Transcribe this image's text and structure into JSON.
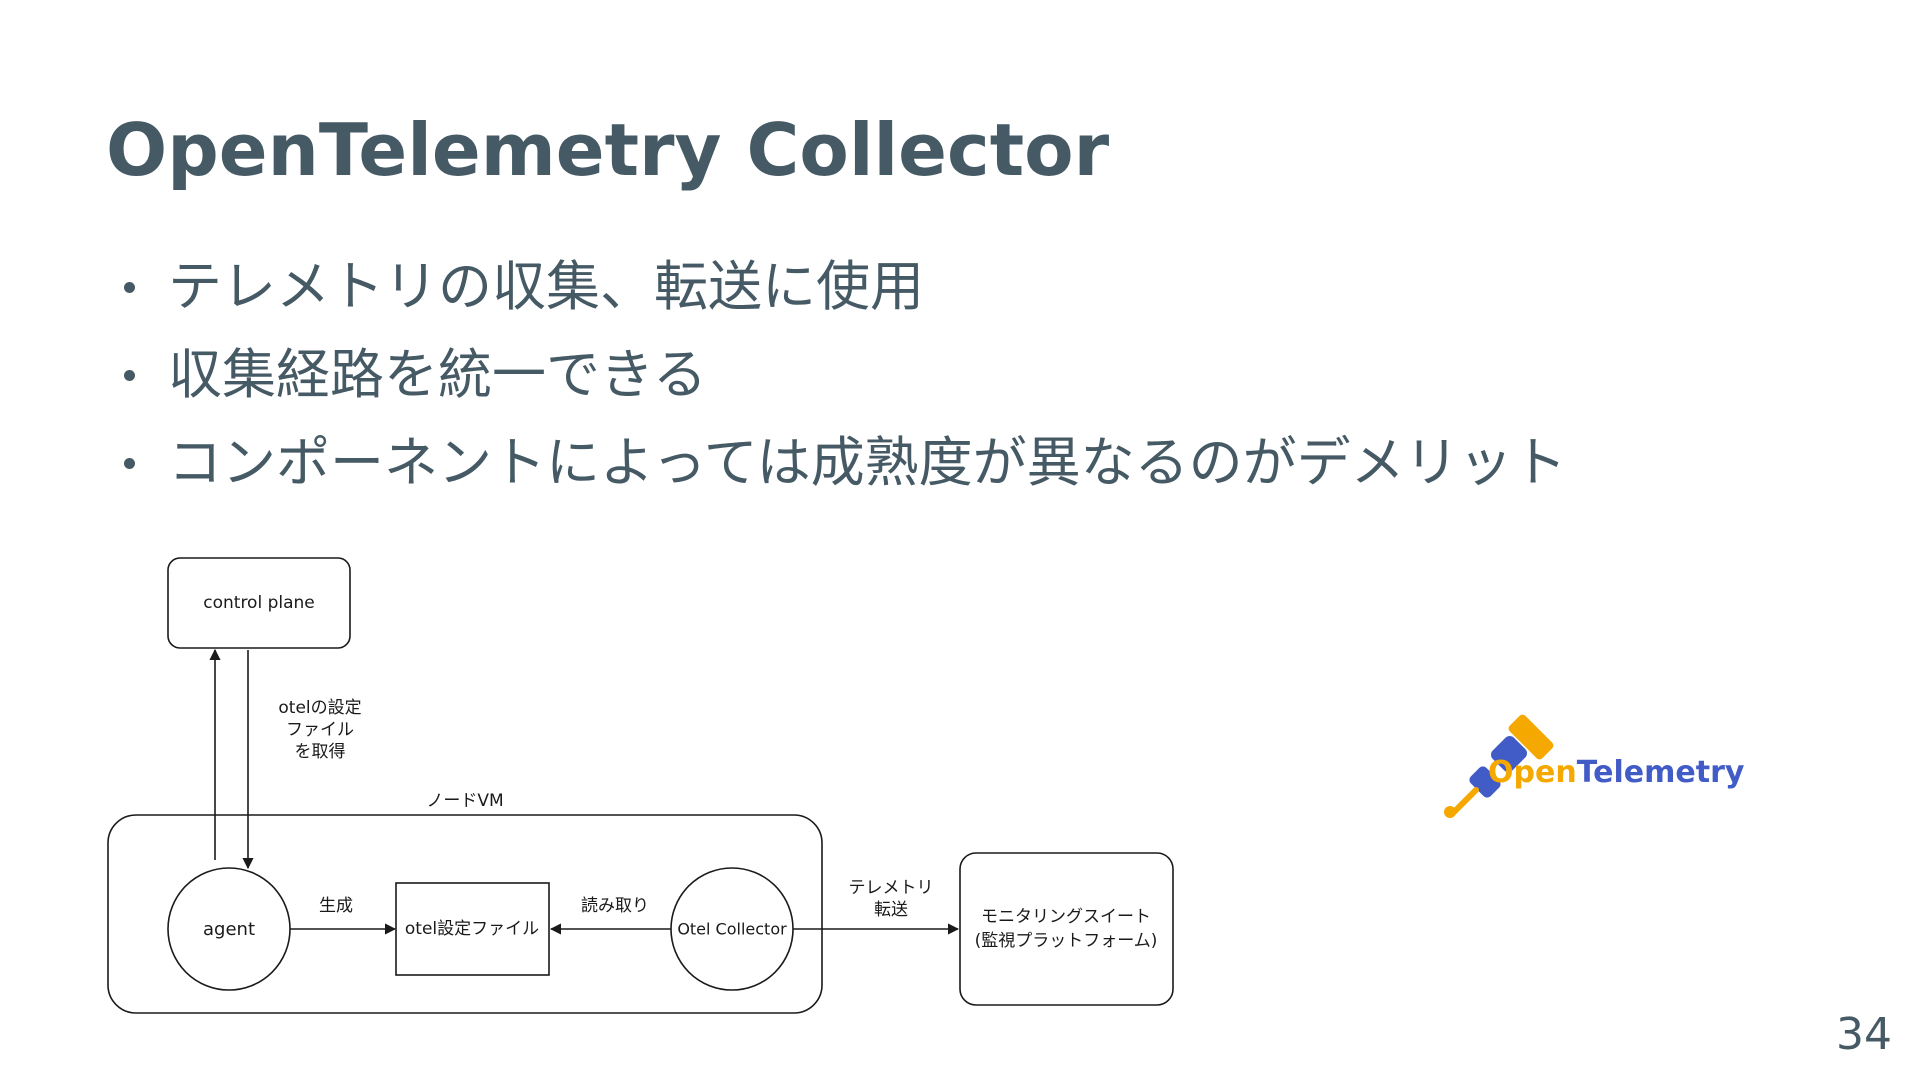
{
  "slide": {
    "title": "OpenTelemetry Collector",
    "bullets": [
      "テレメトリの収集、転送に使用",
      "収集経路を統一できる",
      "コンポーネントによっては成熟度が異なるのがデメリット"
    ],
    "page_number": "34"
  },
  "diagram": {
    "control_plane": "control plane",
    "fetch_label_lines": [
      "otelの設定",
      "ファイル",
      "を取得"
    ],
    "node_vm_label": "ノードVM",
    "agent": "agent",
    "generate_label": "生成",
    "config_file": "otel設定ファイル",
    "read_label": "読み取り",
    "collector": "Otel Collector",
    "forward_label_lines": [
      "テレメトリ",
      "転送"
    ],
    "monitoring_lines": [
      "モニタリングスイート",
      "(監視プラットフォーム)"
    ]
  },
  "logo": {
    "word_open": "Open",
    "word_telemetry": "Telemetry",
    "colors": {
      "open": "#f5a800",
      "telemetry": "#425cc7"
    }
  },
  "colors": {
    "text": "#455a64",
    "diagram_stroke": "#1a1a1a"
  }
}
